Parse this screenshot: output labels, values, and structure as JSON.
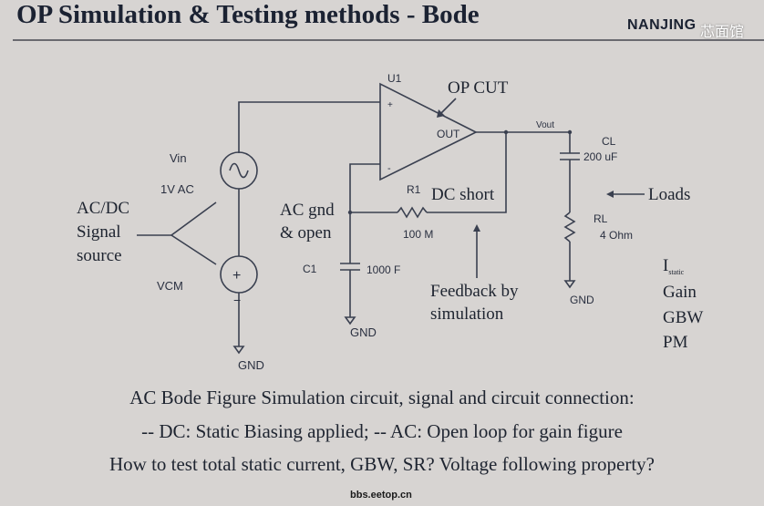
{
  "slide": {
    "title": "OP Simulation & Testing methods - Bode",
    "header_right": "NANJING",
    "watermark": "芯面馆",
    "footer": "bbs.eetop.cn"
  },
  "circuit": {
    "u1": "U1",
    "op_cut": "OP CUT",
    "out_pin": "OUT",
    "plus_pin": "+",
    "minus_pin": "-",
    "vout": "Vout",
    "cl_name": "CL",
    "cl_value": "200 uF",
    "loads": "Loads",
    "rl_name": "RL",
    "rl_value": "4 Ohm",
    "vin_name": "Vin",
    "vin_value": "1V AC",
    "vcm": "VCM",
    "source_plus": "+",
    "source_minus": "−",
    "signal_source": [
      "AC/DC",
      "Signal",
      "source"
    ],
    "r1_name": "R1",
    "dc_short": "DC short",
    "r1_value": "100 M",
    "ac_gnd": [
      "AC gnd",
      "& open"
    ],
    "c1_name": "C1",
    "c1_value": "1000 F",
    "feedback": [
      "Feedback by",
      "simulation"
    ],
    "gnd_labels": [
      "GND",
      "GND",
      "GND"
    ],
    "metrics": [
      "Gain",
      "GBW",
      "PM"
    ],
    "istatic_main": "I",
    "istatic_sub": "static"
  },
  "captions": [
    "AC Bode Figure Simulation circuit, signal and circuit connection:",
    "-- DC: Static Biasing applied;  -- AC: Open loop for gain figure",
    "How to test total static current, GBW, SR?  Voltage following property?"
  ],
  "colors": {
    "wire": "#3a4050",
    "text": "#1e2430",
    "background": "#d7d4d2"
  }
}
